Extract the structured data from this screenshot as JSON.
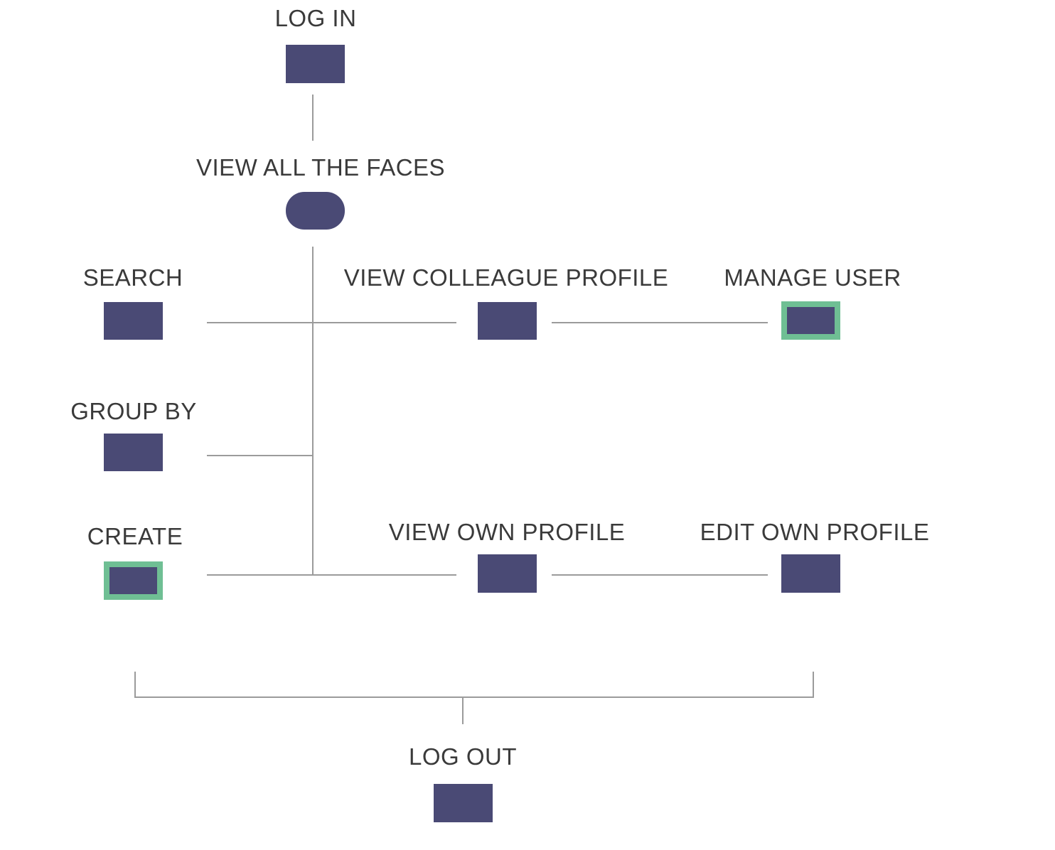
{
  "colors": {
    "node_fill": "#4a4a75",
    "highlight_border": "#6fbf94",
    "connector": "#9b9b9b",
    "label_text": "#3a3a3a"
  },
  "nodes": {
    "log_in": {
      "label": "LOG IN",
      "shape": "rectangle"
    },
    "view_all_faces": {
      "label": "VIEW ALL THE FACES",
      "shape": "pill"
    },
    "search": {
      "label": "SEARCH",
      "shape": "rectangle"
    },
    "view_colleague_profile": {
      "label": "VIEW COLLEAGUE PROFILE",
      "shape": "rectangle"
    },
    "manage_user": {
      "label": "MANAGE USER",
      "shape": "rectangle",
      "highlighted": true
    },
    "group_by": {
      "label": "GROUP BY",
      "shape": "rectangle"
    },
    "create": {
      "label": "CREATE",
      "shape": "rectangle",
      "highlighted": true
    },
    "view_own_profile": {
      "label": "VIEW OWN PROFILE",
      "shape": "rectangle"
    },
    "edit_own_profile": {
      "label": "EDIT OWN PROFILE",
      "shape": "rectangle"
    },
    "log_out": {
      "label": "LOG OUT",
      "shape": "rectangle"
    }
  },
  "connections": [
    [
      "log_in",
      "view_all_faces"
    ],
    [
      "view_all_faces",
      "search"
    ],
    [
      "view_all_faces",
      "view_colleague_profile"
    ],
    [
      "view_colleague_profile",
      "manage_user"
    ],
    [
      "view_all_faces",
      "group_by"
    ],
    [
      "view_all_faces",
      "create"
    ],
    [
      "view_all_faces",
      "view_own_profile"
    ],
    [
      "view_own_profile",
      "edit_own_profile"
    ],
    [
      "create",
      "log_out"
    ],
    [
      "edit_own_profile",
      "log_out"
    ]
  ]
}
